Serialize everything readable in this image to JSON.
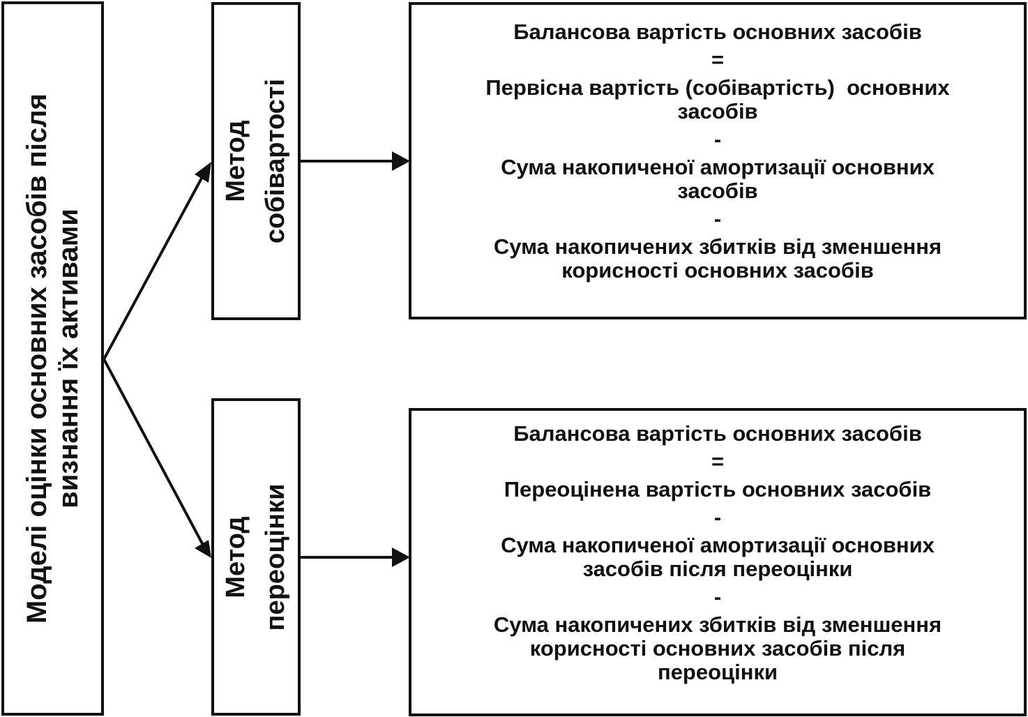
{
  "root": {
    "line1": "Моделі оцінки основних засобів після",
    "line2": "визнання їх активами"
  },
  "cost_method": {
    "line1": "Метод",
    "line2": "собівартості"
  },
  "revaluation_method": {
    "line1": "Метод",
    "line2": "переоцінки"
  },
  "cost_formula": {
    "result": "Балансова вартість основних засобів",
    "equals": "=",
    "term1": "Первісна вартість (собівартість)  основних засобів",
    "minus1": "-",
    "term2": "Сума накопиченої амортизації основних засобів",
    "minus2": "-",
    "term3": "Сума накопичених збитків від зменшення корисності основних засобів"
  },
  "revaluation_formula": {
    "result": "Балансова вартість основних засобів",
    "equals": "=",
    "term1": "Переоцінена вартість основних засобів",
    "minus1": "-",
    "term2": "Сума накопиченої амортизації основних засобів після переоцінки",
    "minus2": "-",
    "term3": "Сума накопичених збитків від зменшення корисності основних засобів після переоцінки"
  }
}
